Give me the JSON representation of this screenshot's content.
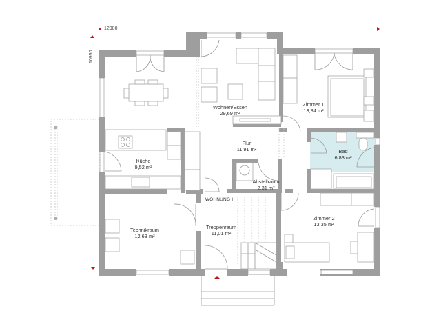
{
  "plan": {
    "dimensions": {
      "width": "12980",
      "depth": "10950"
    },
    "unit_label": "WOHNUNG I",
    "area_unit": "m²",
    "marker_color": "#c0121c",
    "wall_color": "#9e9e9e",
    "bath_tile_color": "#d6ecef"
  },
  "rooms": [
    {
      "name": "Wohnen/Essen",
      "area": "29,69 m²"
    },
    {
      "name": "Zimmer 1",
      "area": "13,84 m²"
    },
    {
      "name": "Küche",
      "area": "9,52 m²"
    },
    {
      "name": "Flur",
      "area": "11,91 m²"
    },
    {
      "name": "Bad",
      "area": "6,83 m²"
    },
    {
      "name": "Abstellraum",
      "area": "2,31 m²"
    },
    {
      "name": "Technikraum",
      "area": "12,63 m²"
    },
    {
      "name": "Treppenraum",
      "area": "11,01 m²"
    },
    {
      "name": "Zimmer 2",
      "area": "13,35 m²"
    }
  ],
  "markers": [
    {
      "id": "top-left",
      "icon": "triangle-left-icon"
    },
    {
      "id": "top-right",
      "icon": "triangle-right-icon"
    },
    {
      "id": "side-top",
      "icon": "triangle-up-icon"
    },
    {
      "id": "bottom-left",
      "icon": "triangle-down-icon"
    },
    {
      "id": "entrance",
      "icon": "triangle-up-icon"
    }
  ]
}
